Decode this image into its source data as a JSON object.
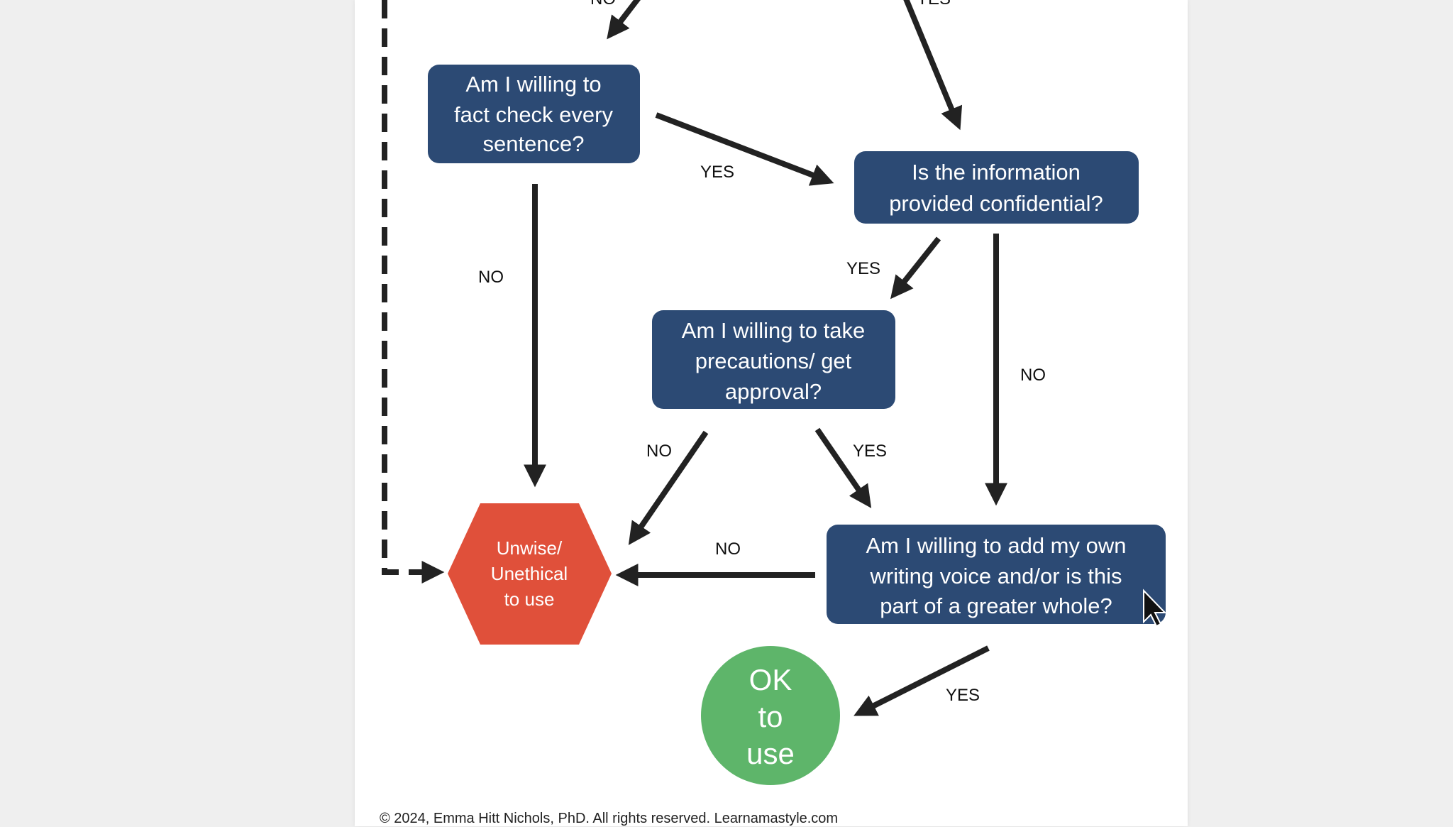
{
  "flowchart": {
    "top_labels": {
      "no": "NO",
      "yes": "YES"
    },
    "nodes": {
      "fact_check": [
        "Am I willing to",
        "fact check every",
        "sentence?"
      ],
      "confidential": [
        "Is the information",
        "provided confidential?"
      ],
      "precautions": [
        "Am I willing to take",
        "precautions/ get",
        "approval?"
      ],
      "own_voice": [
        "Am I willing to add my own",
        "writing voice and/or is this",
        "part of a greater whole?"
      ],
      "unwise": [
        "Unwise/",
        "Unethical",
        "to use"
      ],
      "ok": [
        "OK",
        "to",
        "use"
      ]
    },
    "edge_labels": {
      "fact_check_yes": "YES",
      "fact_check_no": "NO",
      "confidential_yes": "YES",
      "confidential_no": "NO",
      "precautions_no": "NO",
      "precautions_yes": "YES",
      "own_voice_no": "NO",
      "own_voice_yes": "YES"
    },
    "colors": {
      "question": "#2c4a74",
      "unwise": "#e0503a",
      "ok": "#5eb56a"
    }
  },
  "footer": "© 2024, Emma Hitt Nichols, PhD. All rights reserved. Learnamastyle.com"
}
